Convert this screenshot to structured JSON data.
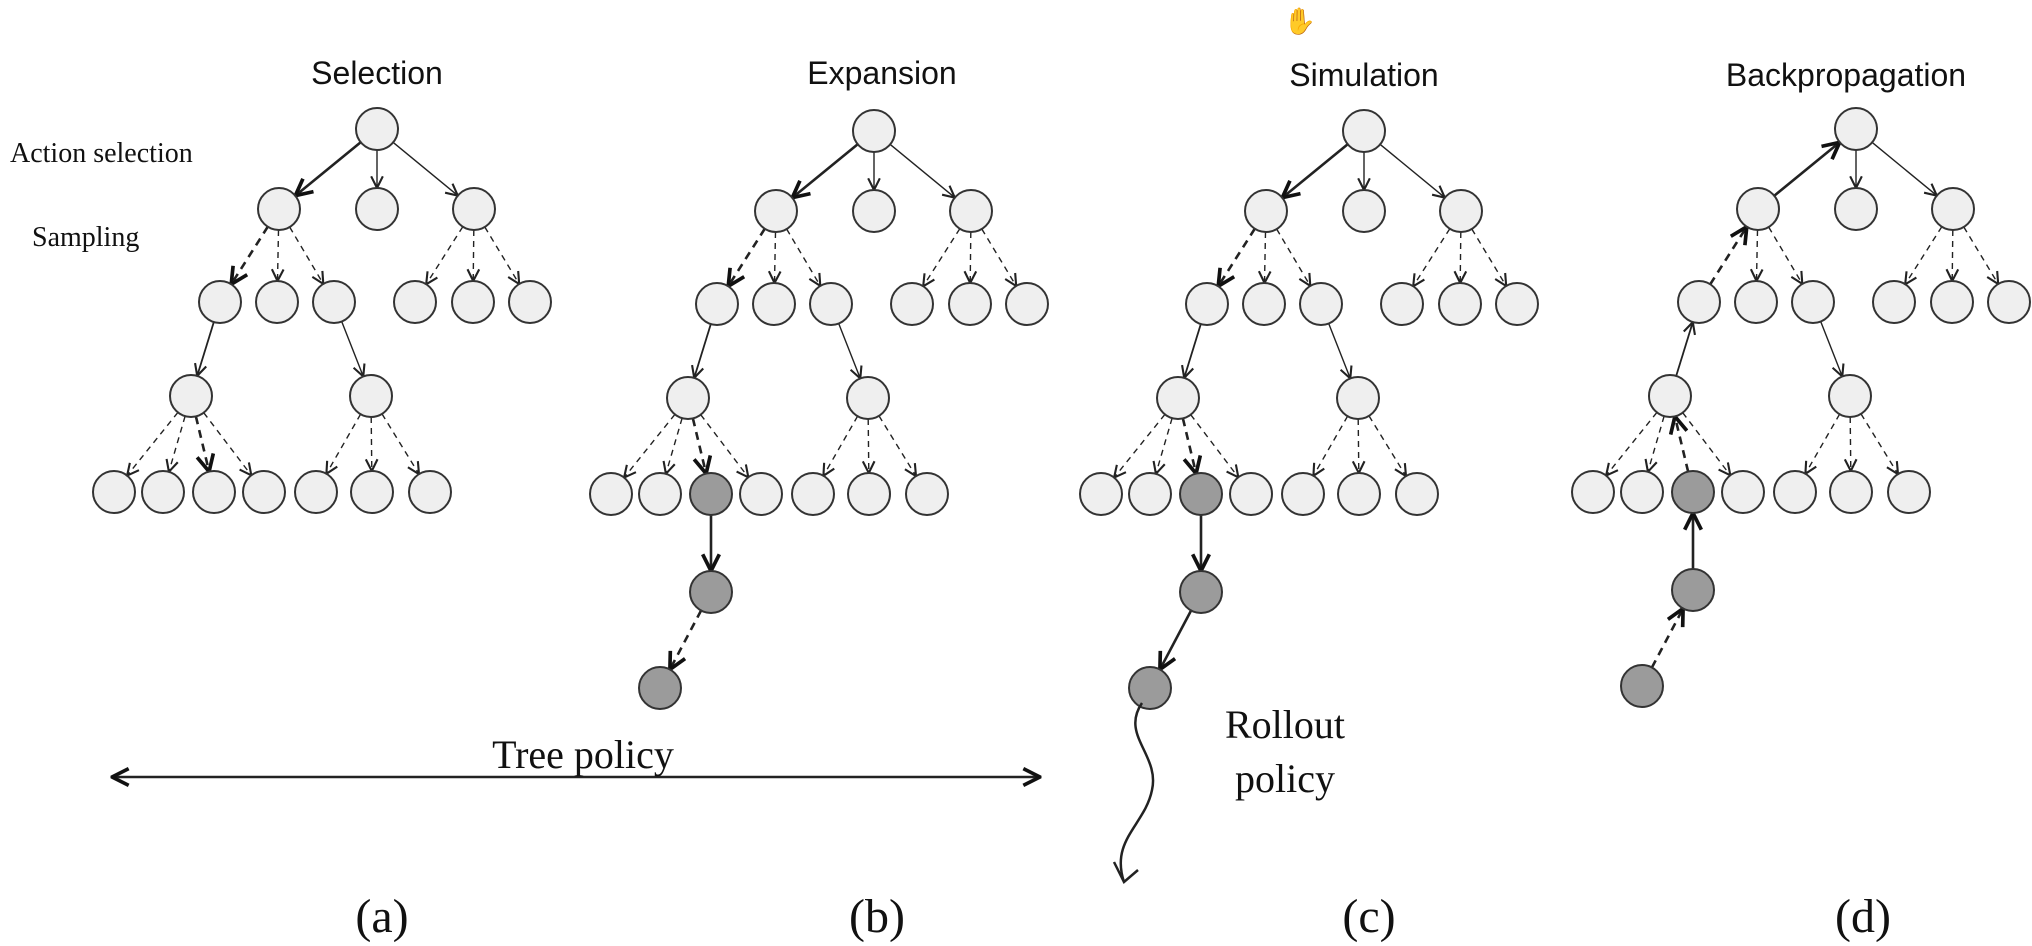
{
  "figure": {
    "panels": [
      {
        "title": "Selection",
        "label": "(a)"
      },
      {
        "title": "Expansion",
        "label": "(b)"
      },
      {
        "title": "Simulation",
        "label": "(c)"
      },
      {
        "title": "Backpropagation",
        "label": "(d)"
      }
    ],
    "annotations": {
      "action_selection": "Action selection",
      "sampling": "Sampling",
      "tree_policy": "Tree policy",
      "rollout_line1": "Rollout",
      "rollout_line2": "policy"
    },
    "colors": {
      "node_fill": "#efefef",
      "highlight_fill": "#9b9b9b",
      "stroke": "#333333",
      "text": "#111111"
    },
    "cursor_icon": "hand-cursor-icon"
  }
}
